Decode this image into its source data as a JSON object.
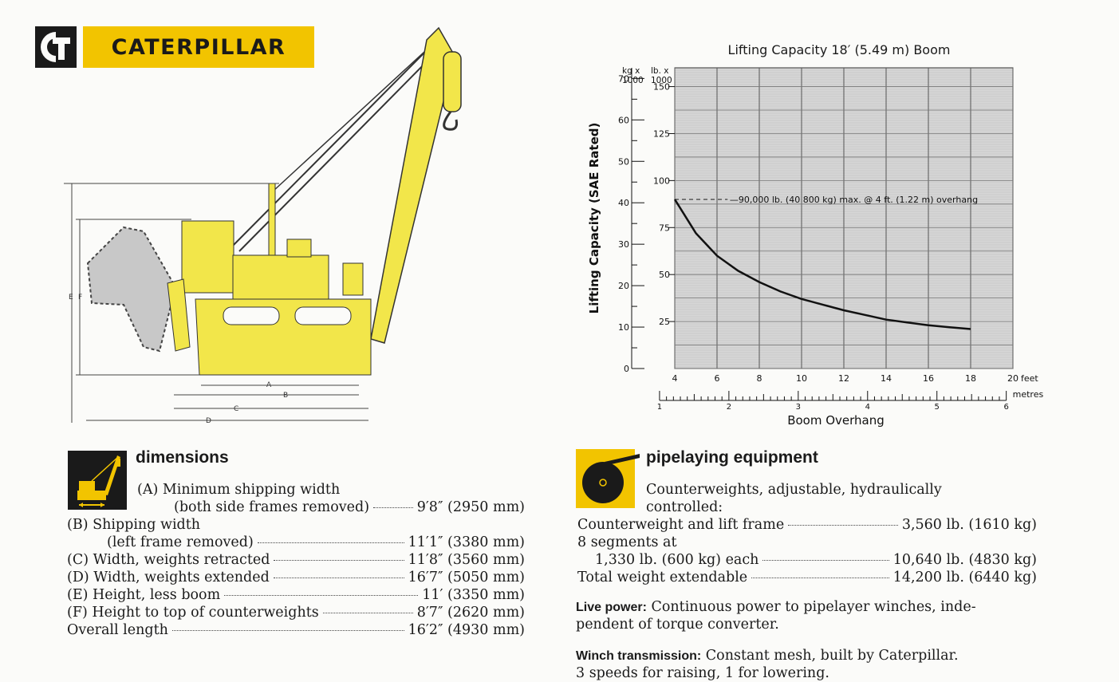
{
  "brand": {
    "name": "CATERPILLAR",
    "colors": {
      "yellow": "#f2c400",
      "black": "#1a1a1a"
    }
  },
  "drawing": {
    "dimension_letters": [
      "A",
      "B",
      "C",
      "D",
      "E",
      "F"
    ]
  },
  "dimensions": {
    "title": "dimensions",
    "icon": "pipelayer-icon",
    "items": [
      {
        "label": "(A)  Minimum shipping width",
        "cont": "(both side frames removed)",
        "value": "9′8″ (2950 mm)"
      },
      {
        "label": "(B)  Shipping width",
        "cont": "(left frame removed)",
        "value": "11′1″ (3380 mm)"
      },
      {
        "label": "(C)  Width, weights retracted",
        "value": "11′8″ (3560 mm)"
      },
      {
        "label": "(D)  Width, weights extended",
        "value": "16′7″ (5050 mm)"
      },
      {
        "label": "(E)  Height, less boom",
        "value": "11′ (3350 mm)"
      },
      {
        "label": "(F)  Height to top of counterweights",
        "value": "8′7″ (2620 mm)"
      },
      {
        "label": "Overall length",
        "value": "16′2″ (4930 mm)"
      }
    ]
  },
  "pipelaying": {
    "title": "pipelaying equipment",
    "icon": "cable-drum-icon",
    "intro_1": "Counterweights, adjustable, hydraulically",
    "intro_2": "controlled:",
    "rows": [
      {
        "label": "Counterweight and lift frame",
        "value": "3,560 lb. (1610 kg)"
      },
      {
        "label": "8 segments at",
        "value": ""
      },
      {
        "label": "1,330 lb. (600 kg) each",
        "value": "10,640 lb. (4830 kg)"
      },
      {
        "label": "Total weight extendable",
        "value": "14,200 lb. (6440 kg)"
      }
    ],
    "live_power_label": "Live power:",
    "live_power_text_1": "Continuous power to pipelayer winches, inde-",
    "live_power_text_2": "pendent of torque converter.",
    "winch_label": "Winch transmission:",
    "winch_text_1": "Constant mesh, built by Caterpillar.",
    "winch_text_2": "3 speeds for raising, 1 for lowering."
  },
  "chart_data": {
    "type": "line",
    "title": "Lifting Capacity 18′ (5.49 m) Boom",
    "xlabel": "Boom Overhang",
    "ylabel": "Lifting Capacity (SAE Rated)",
    "x_unit_label": "feet",
    "x2_unit_label": "metres",
    "y_kg_header": "kg x\n1000",
    "y_lb_header": "lb. x\n1000",
    "xlim": [
      4,
      20
    ],
    "ylim_lb": [
      0,
      160
    ],
    "x_ticks": [
      4,
      6,
      8,
      10,
      12,
      14,
      16,
      18,
      20
    ],
    "x2_ticks": [
      1,
      2,
      3,
      4,
      5,
      6
    ],
    "y_kg_ticks": [
      0,
      10,
      20,
      30,
      40,
      50,
      60,
      70
    ],
    "y_lb_ticks": [
      25,
      50,
      75,
      100,
      125,
      150
    ],
    "grid": true,
    "annotation": "—90,000 lb. (40 800 kg) max. @ 4 ft. (1.22 m) overhang",
    "series": [
      {
        "x": [
          4,
          5,
          6,
          7,
          8,
          9,
          10,
          11,
          12,
          13,
          14,
          15,
          16,
          17,
          18
        ],
        "y": [
          90,
          72,
          60,
          52,
          46,
          41,
          37,
          34,
          31,
          28.5,
          26,
          24.5,
          23,
          22,
          21
        ]
      }
    ]
  }
}
